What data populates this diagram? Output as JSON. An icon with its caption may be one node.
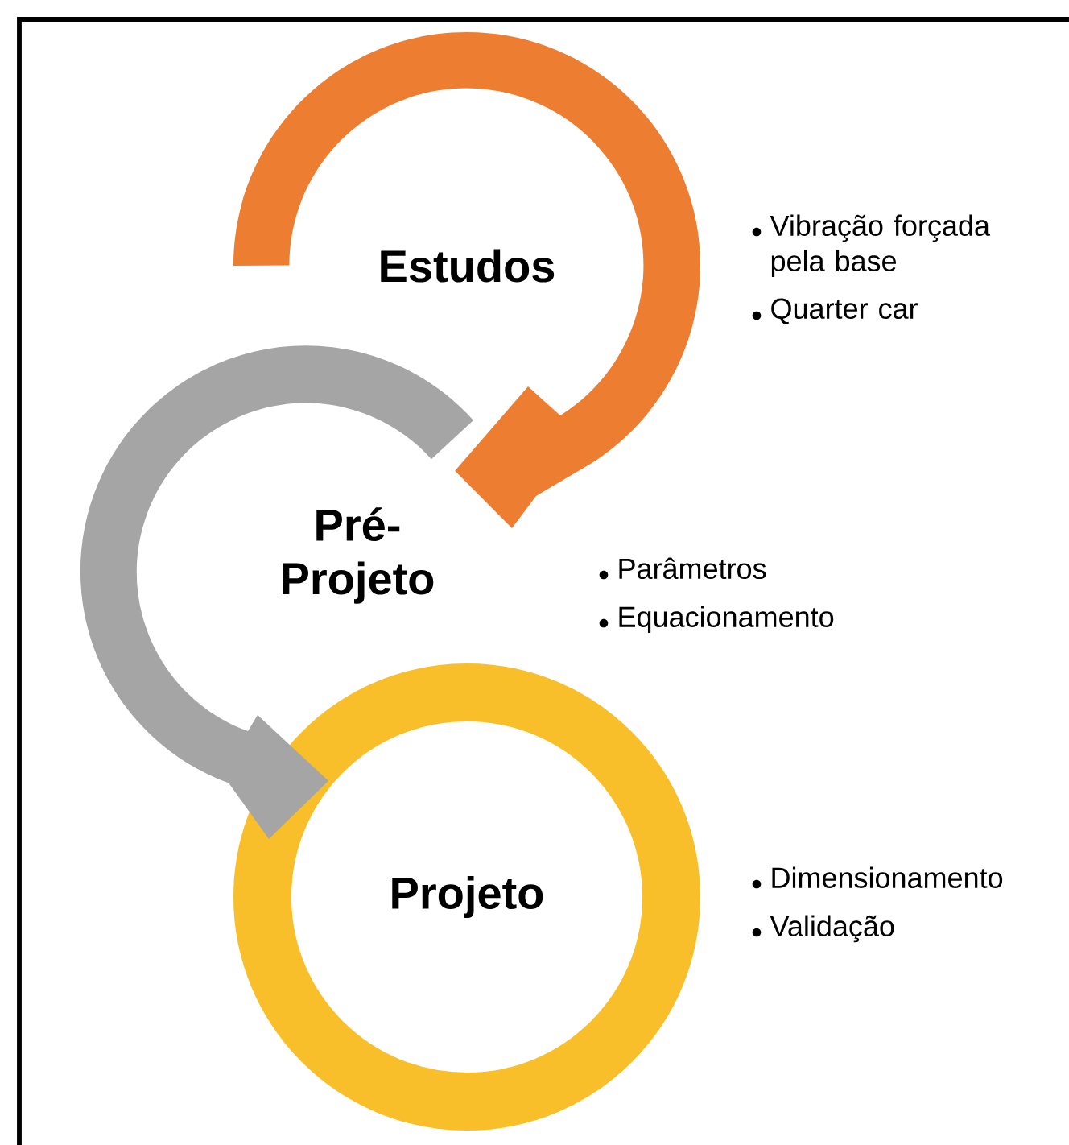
{
  "diagram": {
    "nodes": [
      {
        "text": [
          "Estudos"
        ],
        "beside": [
          "Vibração forçada pela base",
          "Quarter car"
        ]
      },
      {
        "text": [
          "Pré- Projeto"
        ],
        "beside": [
          "Parâmetros",
          "Equacionamento"
        ]
      },
      {
        "text": [
          "Projeto"
        ],
        "beside": [
          "Dimensionamento",
          "Validação"
        ]
      }
    ],
    "edges": [
      {
        "from": 0,
        "to": 1,
        "arrow": "to",
        "color": "#ed7d31"
      },
      {
        "from": 1,
        "to": 2,
        "arrow": "to",
        "color": "#a5a5a5"
      }
    ]
  }
}
